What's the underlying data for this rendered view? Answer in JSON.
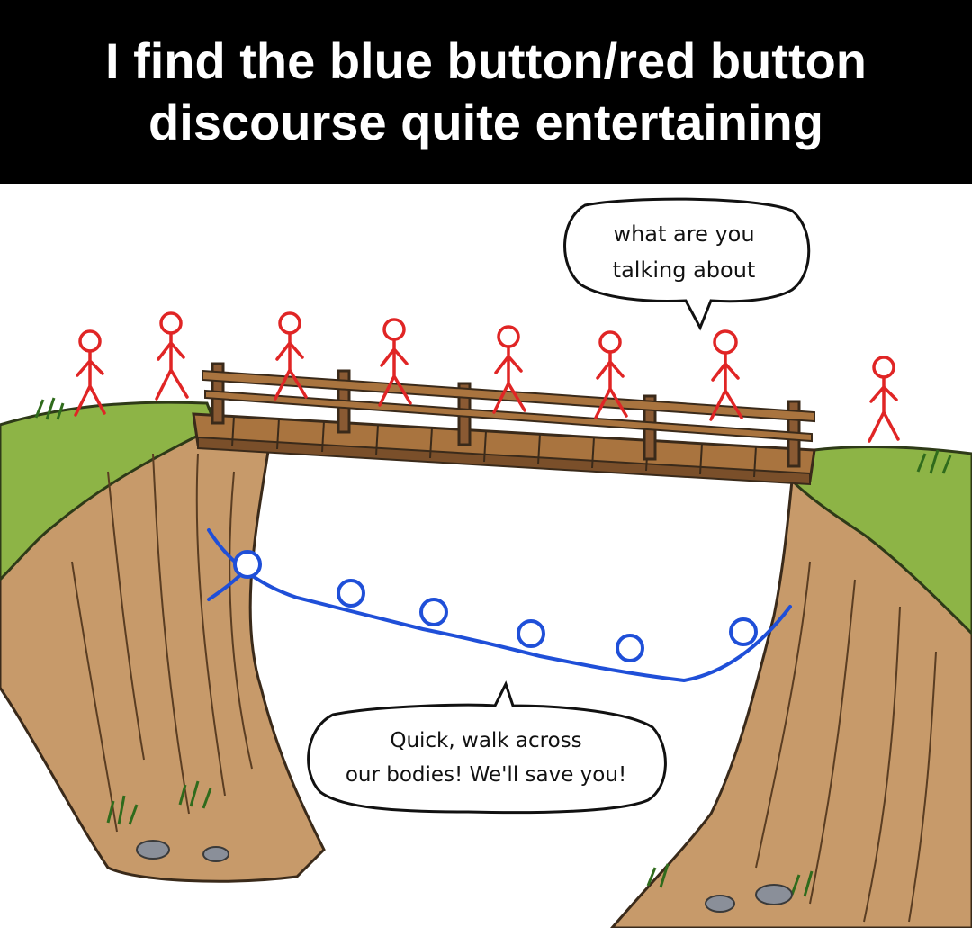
{
  "caption": {
    "text": "I find the blue button/red button discourse quite entertaining"
  },
  "comic": {
    "top_bubble": {
      "line1": "what are you",
      "line2": "talking about"
    },
    "bottom_bubble": {
      "line1": "Quick, walk across",
      "line2": "our bodies! We'll save you!"
    },
    "walker_count": 8,
    "hanging_count": 6
  },
  "colors": {
    "caption_bg": "#000000",
    "caption_text": "#ffffff",
    "red_figures": "#e02525",
    "blue_figures": "#1f4fd8",
    "grass": "#8db446",
    "dirt": "#b98a5c",
    "wood": "#8a5a33"
  }
}
